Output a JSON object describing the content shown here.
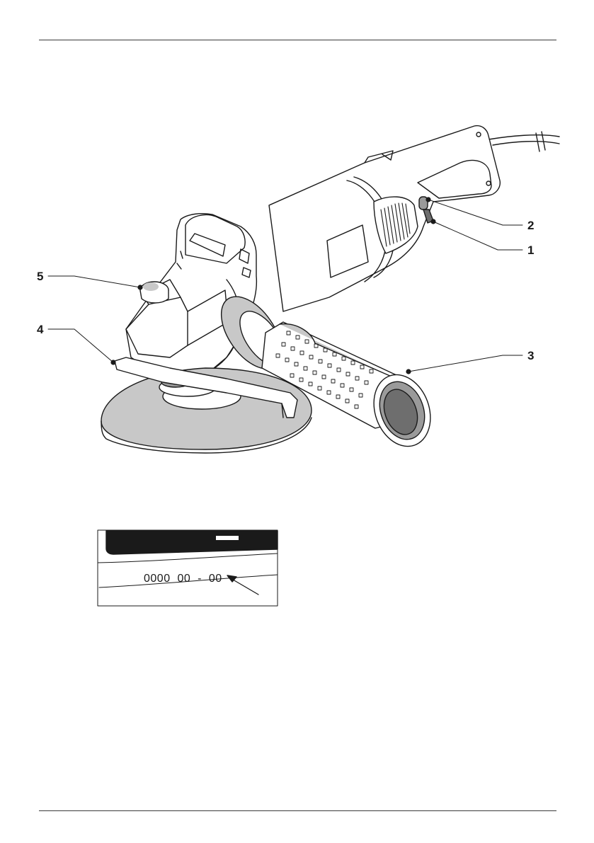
{
  "callouts": [
    {
      "number": "1",
      "target": "trigger-lock"
    },
    {
      "number": "2",
      "target": "trigger-switch"
    },
    {
      "number": "3",
      "target": "side-handle"
    },
    {
      "number": "4",
      "target": "wheel-guard"
    },
    {
      "number": "5",
      "target": "spindle-lock-button"
    }
  ],
  "serial_plate": {
    "code": "0000  00  -  00"
  },
  "colors": {
    "line": "#1a1a1a",
    "body_fill": "#ffffff",
    "shade_light": "#c8c8c8",
    "shade_mid": "#9a9a9a",
    "shade_dark": "#6e6e6e",
    "plate_black": "#1a1a1a"
  }
}
